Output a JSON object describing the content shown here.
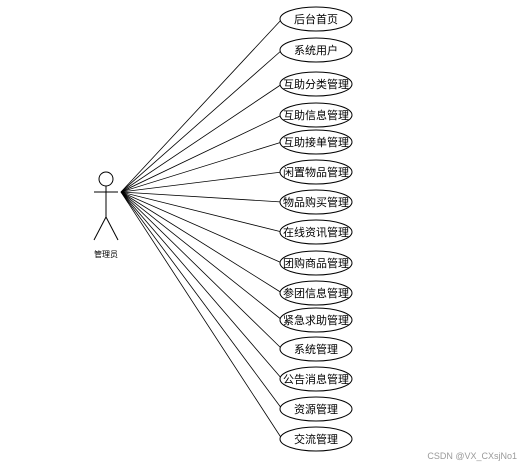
{
  "actor": {
    "label": "管理员"
  },
  "use_cases": [
    "后台首页",
    "系统用户",
    "互助分类管理",
    "互助信息管理",
    "互助接单管理",
    "闲置物品管理",
    "物品购买管理",
    "在线资讯管理",
    "团购商品管理",
    "参团信息管理",
    "紧急求助管理",
    "系统管理",
    "公告消息管理",
    "资源管理",
    "交流管理"
  ],
  "watermark": "CSDN @VX_CXsjNo1"
}
